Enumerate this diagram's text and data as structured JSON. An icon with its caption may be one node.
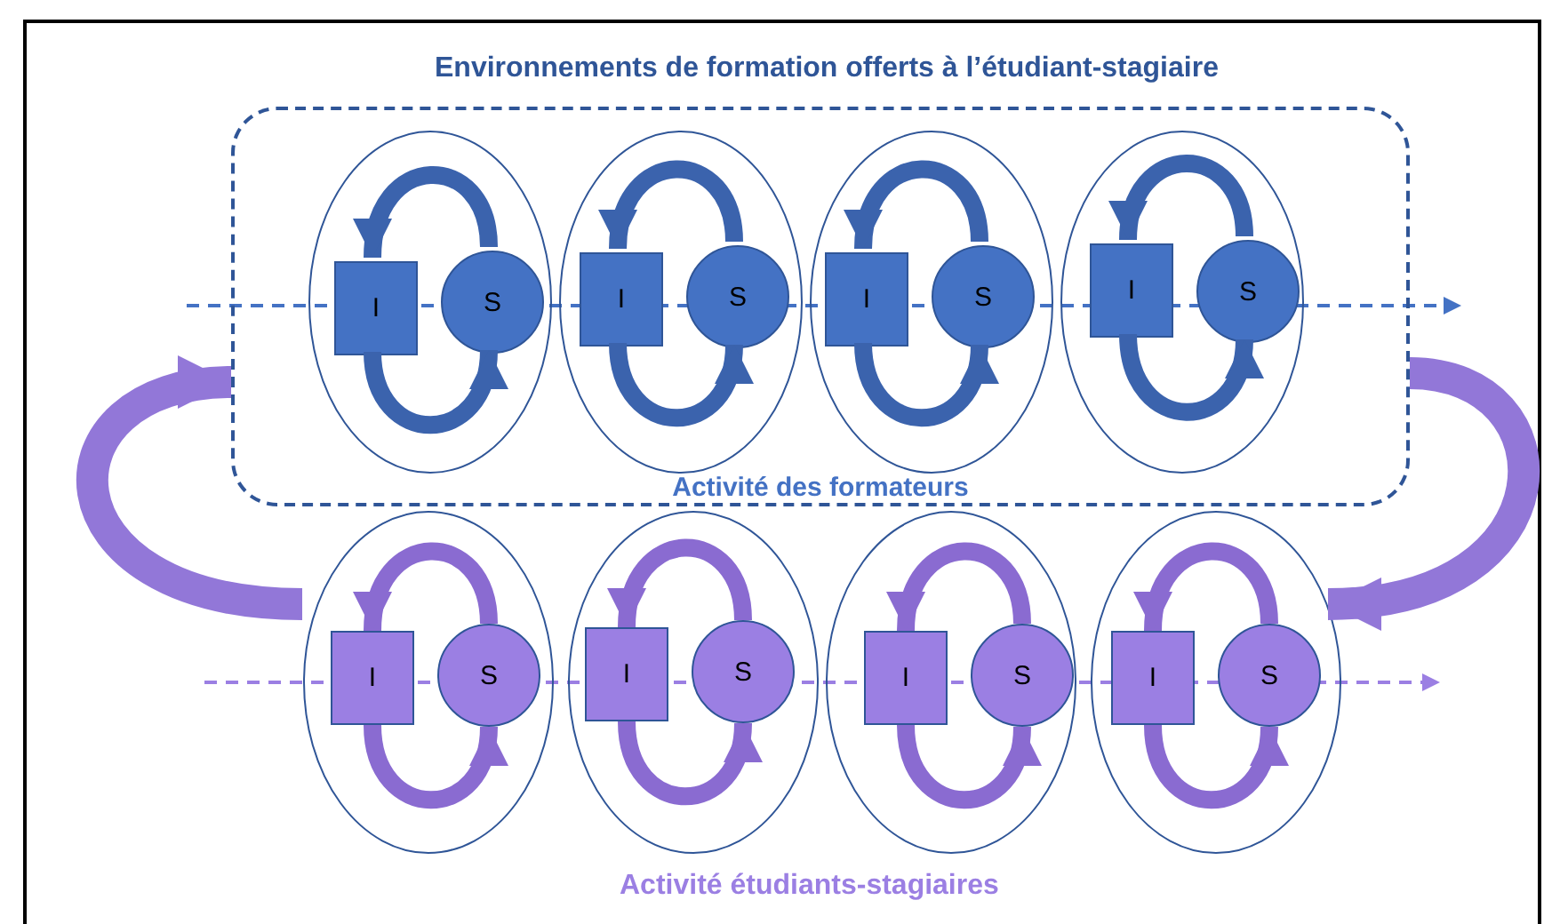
{
  "diagram": {
    "title": "Environnements de formation offerts à l’étudiant-stagiaire",
    "nodes": [
      {
        "text": [
          "Activité des formateurs"
        ]
      },
      {
        "text": [],
        "shape": "ellipse",
        "in": 0
      },
      {
        "text": [
          "I"
        ],
        "in": 1
      },
      {
        "text": [
          "S"
        ],
        "in": 1
      },
      {
        "text": [],
        "shape": "ellipse",
        "in": 0
      },
      {
        "text": [
          "I"
        ],
        "in": 4
      },
      {
        "text": [
          "S"
        ],
        "in": 4
      },
      {
        "text": [],
        "shape": "ellipse",
        "in": 0
      },
      {
        "text": [
          "I"
        ],
        "in": 7
      },
      {
        "text": [
          "S"
        ],
        "in": 7
      },
      {
        "text": [],
        "shape": "ellipse",
        "in": 0
      },
      {
        "text": [
          "I"
        ],
        "in": 10
      },
      {
        "text": [
          "S"
        ],
        "in": 10
      },
      {
        "text": [],
        "shape": "ellipse"
      },
      {
        "text": [
          "I"
        ],
        "in": 13
      },
      {
        "text": [
          "S"
        ],
        "in": 13
      },
      {
        "text": [],
        "shape": "ellipse"
      },
      {
        "text": [
          "I"
        ],
        "in": 16
      },
      {
        "text": [
          "S"
        ],
        "in": 16
      },
      {
        "text": [],
        "shape": "ellipse"
      },
      {
        "text": [
          "I"
        ],
        "in": 19
      },
      {
        "text": [
          "S"
        ],
        "in": 19
      },
      {
        "text": [],
        "shape": "ellipse"
      },
      {
        "text": [
          "I"
        ],
        "in": 22
      },
      {
        "text": [
          "S"
        ],
        "in": 22
      }
    ],
    "edges": [
      {
        "from": 3,
        "to": 2,
        "arrow": "to",
        "color": "#3b63ad"
      },
      {
        "from": 2,
        "to": 3,
        "arrow": "to",
        "color": "#3b63ad"
      },
      {
        "from": 6,
        "to": 5,
        "arrow": "to",
        "color": "#3b63ad"
      },
      {
        "from": 5,
        "to": 6,
        "arrow": "to",
        "color": "#3b63ad"
      },
      {
        "from": 9,
        "to": 8,
        "arrow": "to",
        "color": "#3b63ad"
      },
      {
        "from": 8,
        "to": 9,
        "arrow": "to",
        "color": "#3b63ad"
      },
      {
        "from": 12,
        "to": 11,
        "arrow": "to",
        "color": "#3b63ad"
      },
      {
        "from": 11,
        "to": 12,
        "arrow": "to",
        "color": "#3b63ad"
      },
      {
        "from": 15,
        "to": 14,
        "arrow": "to",
        "color": "#8a6bd1"
      },
      {
        "from": 14,
        "to": 15,
        "arrow": "to",
        "color": "#8a6bd1"
      },
      {
        "from": 18,
        "to": 17,
        "arrow": "to",
        "color": "#8a6bd1"
      },
      {
        "from": 17,
        "to": 18,
        "arrow": "to",
        "color": "#8a6bd1"
      },
      {
        "from": 21,
        "to": 20,
        "arrow": "to",
        "color": "#8a6bd1"
      },
      {
        "from": 20,
        "to": 21,
        "arrow": "to",
        "color": "#8a6bd1"
      },
      {
        "from": 24,
        "to": 23,
        "arrow": "to",
        "color": "#8a6bd1"
      },
      {
        "from": 23,
        "to": 24,
        "arrow": "to",
        "color": "#8a6bd1"
      },
      {
        "from": 13,
        "to": 0,
        "arrow": "to",
        "style": "thick",
        "color": "#9277d8"
      },
      {
        "from": 0,
        "to": 22,
        "arrow": "to",
        "style": "thick",
        "color": "#9277d8"
      }
    ],
    "labels": [
      "Activité étudiants-stagiaires"
    ]
  }
}
